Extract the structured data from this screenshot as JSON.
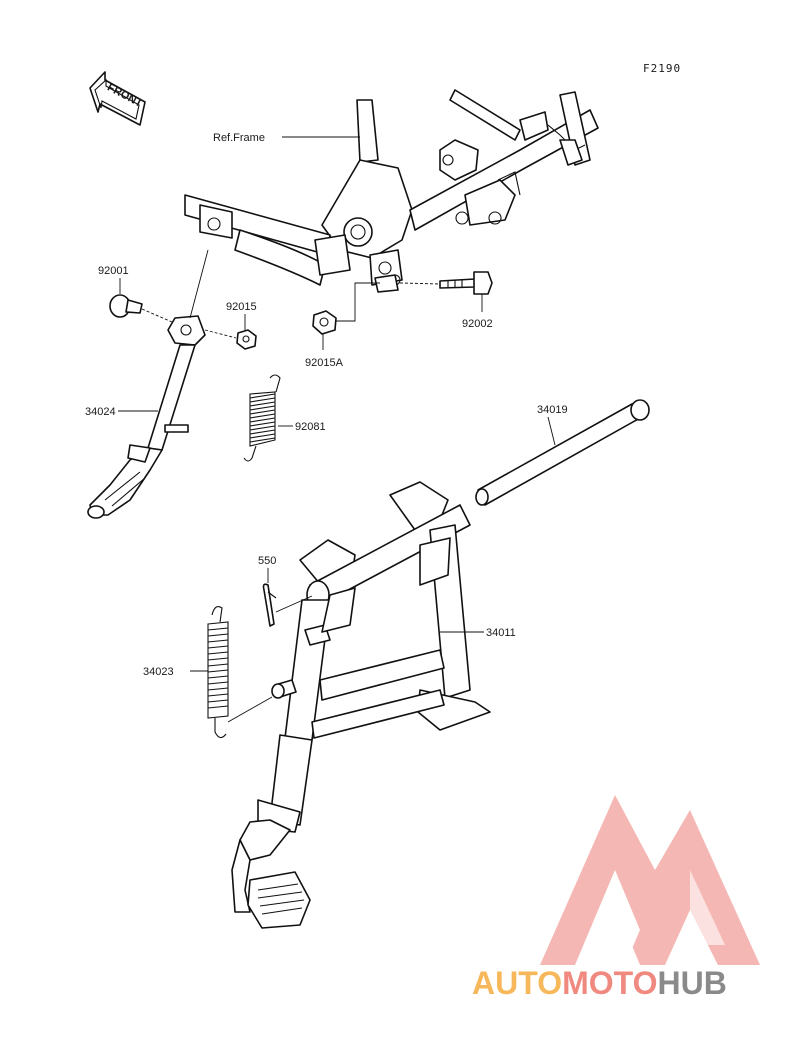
{
  "diagram_code": "F2190",
  "front_arrow_label": "FRONT",
  "ref_frame_label": "Ref.Frame",
  "parts": {
    "p92001": "92001",
    "p92015": "92015",
    "p92015a": "92015A",
    "p92002": "92002",
    "p34024": "34024",
    "p92081": "92081",
    "p34019": "34019",
    "p550": "550",
    "p34011": "34011",
    "p34023": "34023"
  },
  "watermark": {
    "part1": "AUTO",
    "part2": "MOTO",
    "part3": "HUB",
    "color1": "#f6b85a",
    "color2": "#f08a80",
    "color3": "#8a8a8a"
  }
}
